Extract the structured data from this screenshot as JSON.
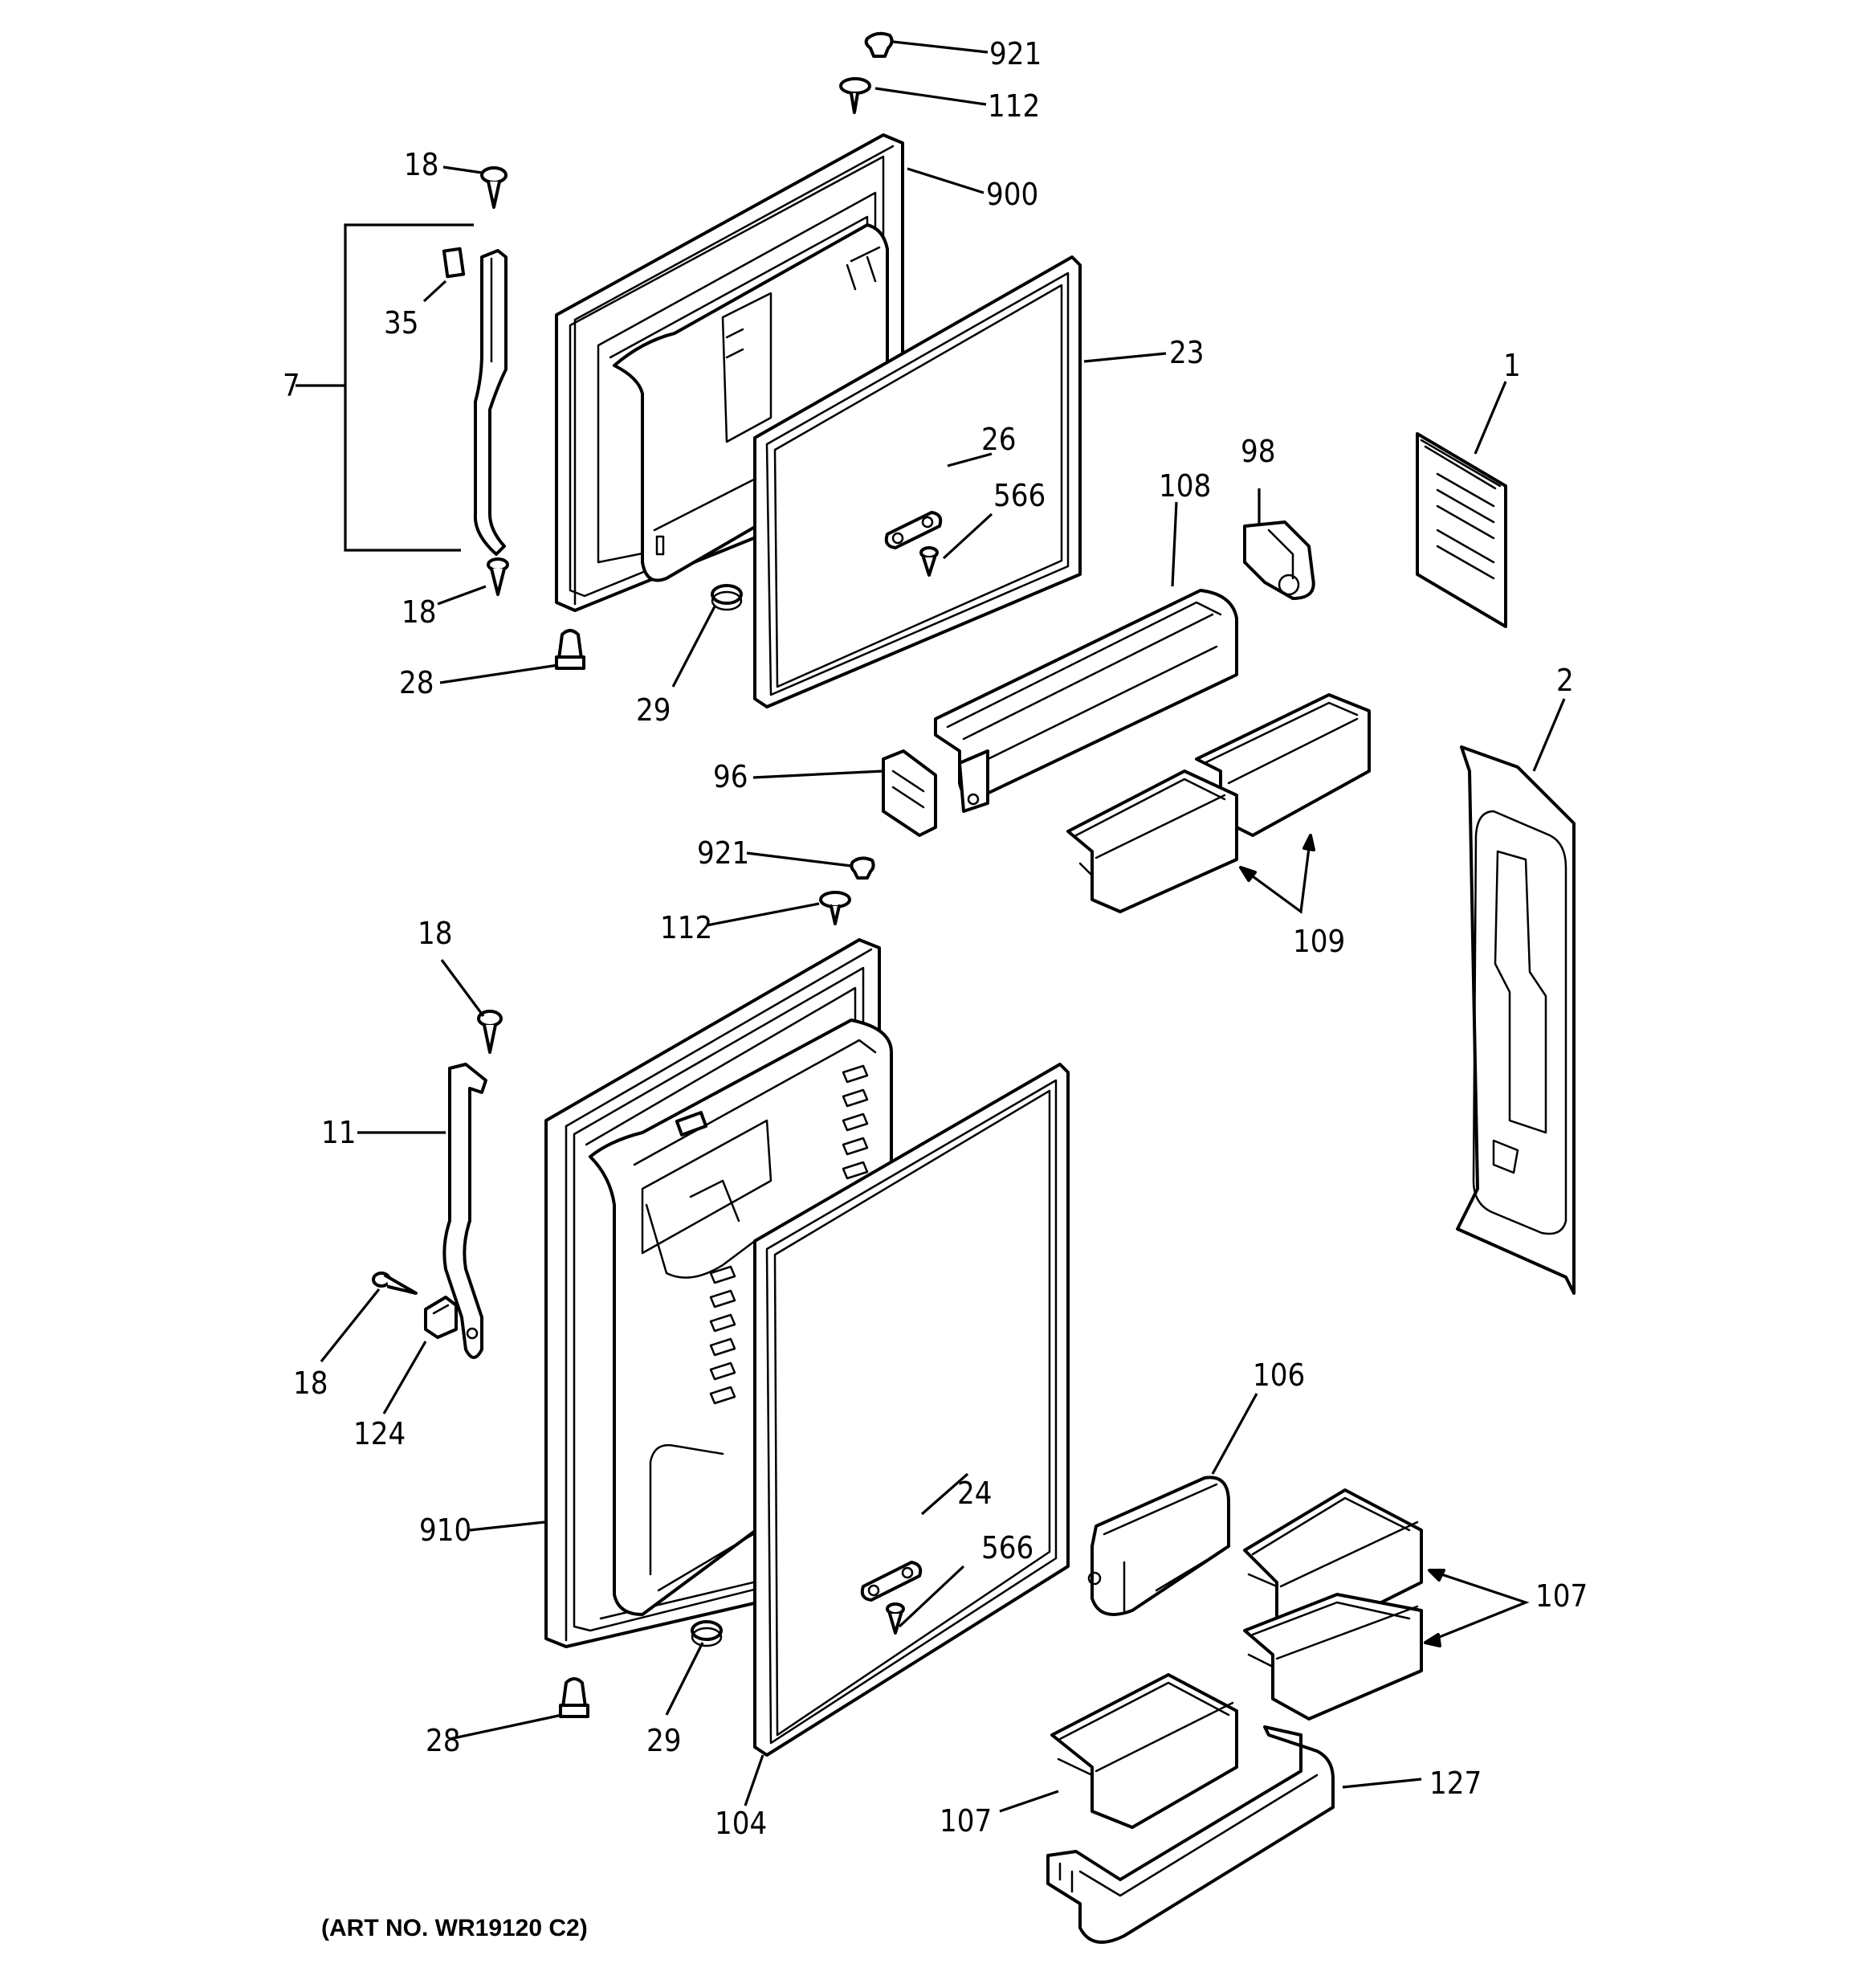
{
  "art_number": "(ART NO. WR19120 C2)",
  "callouts": [
    {
      "id": "921-top",
      "text": "921"
    },
    {
      "id": "112-top",
      "text": "112"
    },
    {
      "id": "900",
      "text": "900"
    },
    {
      "id": "18-a",
      "text": "18"
    },
    {
      "id": "35",
      "text": "35"
    },
    {
      "id": "7",
      "text": "7"
    },
    {
      "id": "18-b",
      "text": "18"
    },
    {
      "id": "28-top",
      "text": "28"
    },
    {
      "id": "29-top",
      "text": "29"
    },
    {
      "id": "23",
      "text": "23"
    },
    {
      "id": "26",
      "text": "26"
    },
    {
      "id": "566-top",
      "text": "566"
    },
    {
      "id": "108",
      "text": "108"
    },
    {
      "id": "98",
      "text": "98"
    },
    {
      "id": "1",
      "text": "1"
    },
    {
      "id": "2",
      "text": "2"
    },
    {
      "id": "96",
      "text": "96"
    },
    {
      "id": "921-mid",
      "text": "921"
    },
    {
      "id": "112-mid",
      "text": "112"
    },
    {
      "id": "109",
      "text": "109"
    },
    {
      "id": "18-c",
      "text": "18"
    },
    {
      "id": "11",
      "text": "11"
    },
    {
      "id": "18-d",
      "text": "18"
    },
    {
      "id": "124",
      "text": "124"
    },
    {
      "id": "910",
      "text": "910"
    },
    {
      "id": "106",
      "text": "106"
    },
    {
      "id": "24",
      "text": "24"
    },
    {
      "id": "566-bot",
      "text": "566"
    },
    {
      "id": "107-right",
      "text": "107"
    },
    {
      "id": "28-bot",
      "text": "28"
    },
    {
      "id": "29-bot",
      "text": "29"
    },
    {
      "id": "104",
      "text": "104"
    },
    {
      "id": "107-left",
      "text": "107"
    },
    {
      "id": "127",
      "text": "127"
    }
  ]
}
